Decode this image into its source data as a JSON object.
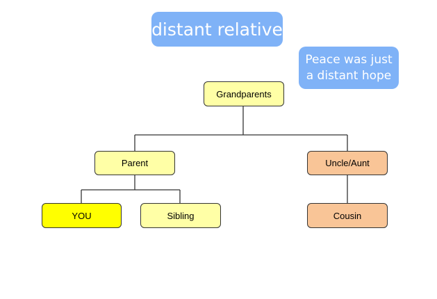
{
  "title": "distant relative",
  "note": "Peace was just a distant hope",
  "colors": {
    "pill_bg": "#7fb2f7",
    "pill_text": "#ffffff",
    "yellow_light": "#ffffa6",
    "yellow_bright": "#ffff00",
    "peach": "#f9c597"
  },
  "nodes": {
    "grandparents": {
      "label": "Grandparents",
      "color": "#ffffa6"
    },
    "parent": {
      "label": "Parent",
      "color": "#ffffa6"
    },
    "uncle_aunt": {
      "label": "Uncle/Aunt",
      "color": "#f9c597"
    },
    "you": {
      "label": "YOU",
      "color": "#ffff00"
    },
    "sibling": {
      "label": "Sibling",
      "color": "#ffffa6"
    },
    "cousin": {
      "label": "Cousin",
      "color": "#f9c597"
    }
  }
}
